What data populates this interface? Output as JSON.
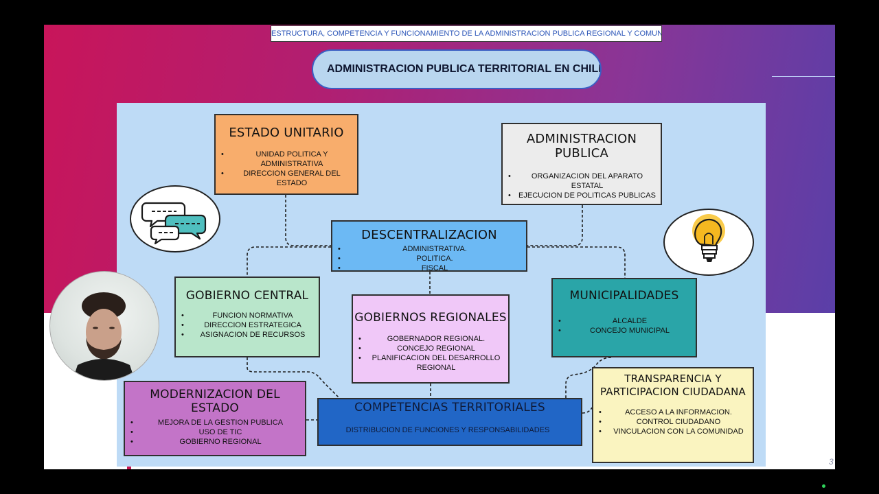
{
  "header": {
    "banner": "ESTRUCTURA, COMPETENCIA Y FUNCIONAMIENTO DE LA ADMINISTRACION PUBLICA REGIONAL Y COMUNAL",
    "title": "ADMINISTRACION PUBLICA TERRITORIAL EN CHILE"
  },
  "diagram": {
    "estado_unitario": {
      "title": "ESTADO UNITARIO",
      "items": [
        "UNIDAD POLITICA Y ADMINISTRATIVA",
        "DIRECCION GENERAL DEL ESTADO"
      ]
    },
    "administracion_publica": {
      "title": "ADMINISTRACION PUBLICA",
      "items": [
        "ORGANIZACION DEL APARATO ESTATAL",
        "EJECUCION DE POLITICAS PUBLICAS"
      ]
    },
    "descentralizacion": {
      "title": "DESCENTRALIZACION",
      "items": [
        "ADMINISTRATIVA.",
        "POLITICA.",
        "FISCAL"
      ]
    },
    "gobierno_central": {
      "title": "GOBIERNO CENTRAL",
      "items": [
        "FUNCION NORMATIVA",
        "DIRECCION ESTRATEGICA",
        "ASIGNACION DE RECURSOS"
      ]
    },
    "gobiernos_regionales": {
      "title": "GOBIERNOS REGIONALES",
      "items": [
        "GOBERNADOR REGIONAL.",
        "CONCEJO REGIONAL",
        "PLANIFICACION DEL DESARROLLO REGIONAL"
      ]
    },
    "municipalidades": {
      "title": "MUNICIPALIDADES",
      "items": [
        "ALCALDE",
        "CONCEJO MUNICIPAL"
      ]
    },
    "modernizacion": {
      "title": "MODERNIZACION DEL ESTADO",
      "items": [
        "MEJORA DE LA GESTION PUBLICA",
        "USO DE TIC",
        "GOBIERNO REGIONAL"
      ]
    },
    "competencias": {
      "title": "COMPETENCIAS TERRITORIALES",
      "items": [
        "DISTRIBUCION DE FUNCIONES Y RESPONSABILIDADES"
      ]
    },
    "transparencia": {
      "title": "TRANSPARENCIA Y PARTICIPACION CIUDADANA",
      "items": [
        "ACCESO A LA INFORMACION.",
        "CONTROL CIUDADANO",
        "VINCULACION CON LA COMUNIDAD"
      ]
    }
  },
  "icons": {
    "left": "chat-bubbles-icon",
    "right": "light-bulb-icon"
  },
  "colors": {
    "estado": "#f8ad6c",
    "admin": "#ececec",
    "desc": "#6cb9f4",
    "gob": "#b9e6cb",
    "greg": "#f0c8f8",
    "muni": "#2aa5a8",
    "mod": "#c374c8",
    "comp": "#2166c6",
    "trans": "#faf4c0",
    "canvas": "#bedbf6"
  },
  "footer": {
    "page_number": "3"
  }
}
